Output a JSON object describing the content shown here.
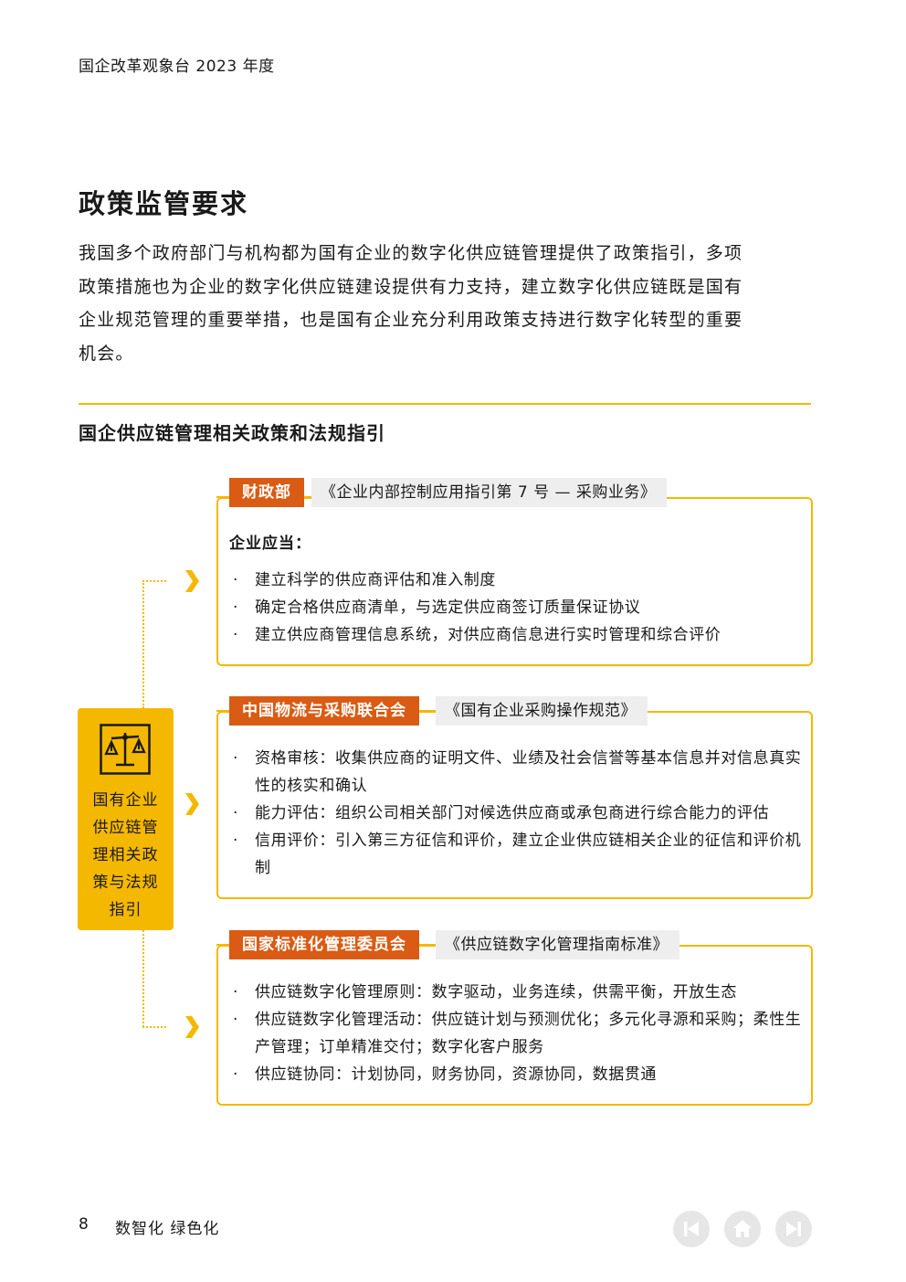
{
  "header": {
    "title": "国企改革观象台 2023 年度"
  },
  "section": {
    "title": "政策监管要求",
    "intro_lines": [
      "我国多个政府部门与机构都为国有企业的数字化供应链管理提供了政策指引，多项",
      "政策措施也为企业的数字化供应链建设提供有力支持，建立数字化供应链既是国有",
      "企业规范管理的重要举措，也是国有企业充分利用政策支持进行数字化转型的重要",
      "机会。"
    ],
    "subtitle": "国企供应链管理相关政策和法规指引"
  },
  "center": {
    "icon": "scale-balance-icon",
    "label_lines": [
      "国有企业",
      "供应链管",
      "理相关政",
      "策与法规",
      "指引"
    ]
  },
  "cards": [
    {
      "agency": "财政部",
      "document": "《企业内部控制应用指引第 7 号 — 采购业务》",
      "lead": "企业应当：",
      "bullets": [
        "建立科学的供应商评估和准入制度",
        "确定合格供应商清单，与选定供应商签订质量保证协议",
        "建立供应商管理信息系统，对供应商信息进行实时管理和综合评价"
      ]
    },
    {
      "agency": "中国物流与采购联合会",
      "document": "《国有企业采购操作规范》",
      "bullets": [
        "资格审核：收集供应商的证明文件、业绩及社会信誉等基本信息并对信息真实性的核实和确认",
        "能力评估：组织公司相关部门对候选供应商或承包商进行综合能力的评估",
        "信用评价：引入第三方征信和评价，建立企业供应链相关企业的征信和评价机制"
      ]
    },
    {
      "agency": "国家标准化管理委员会",
      "document": "《供应链数字化管理指南标准》",
      "bullets": [
        "供应链数字化管理原则：数字驱动，业务连续，供需平衡，开放生态",
        "供应链数字化管理活动：供应链计划与预测优化；多元化寻源和采购；柔性生产管理；订单精准交付；数字化客户服务",
        "供应链协同：计划协同，财务协同，资源协同，数据贯通"
      ]
    }
  ],
  "footer": {
    "page_number": "8",
    "text": "数智化 绿色化",
    "nav_icons": [
      "first-page-icon",
      "home-icon",
      "last-page-icon"
    ]
  },
  "colors": {
    "accent": "#f5b800",
    "tag": "#d95b14",
    "doc_bg": "#eeeeee",
    "nav": "#e6e6e6"
  }
}
